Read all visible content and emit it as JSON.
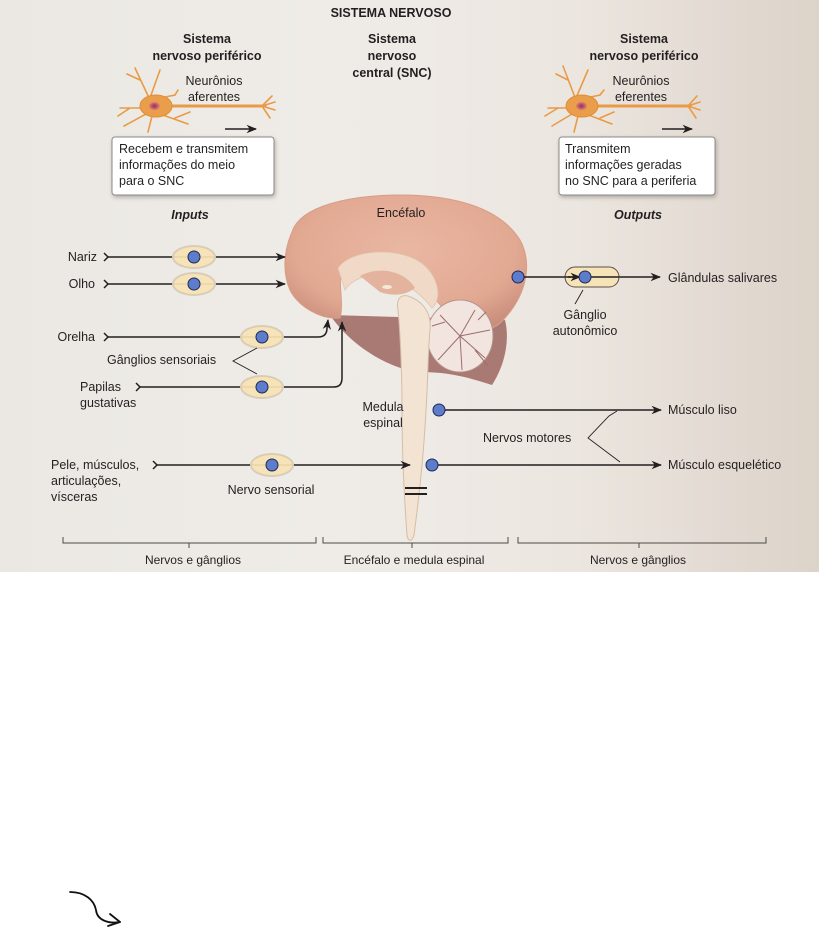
{
  "title": "SISTEMA NERVOSO",
  "left_column": {
    "heading": [
      "Sistema",
      "nervoso periférico"
    ],
    "neuron_label": [
      "Neurônios",
      "aferentes"
    ],
    "description": [
      "Recebem e transmitem",
      "informações do meio",
      "para o SNC"
    ],
    "io_label": "Inputs"
  },
  "center_column": {
    "heading": [
      "Sistema",
      "nervoso",
      "central (SNC)"
    ],
    "brain_label": "Encéfalo",
    "spinal_cord_label": [
      "Medula",
      "espinal"
    ]
  },
  "right_column": {
    "heading": [
      "Sistema",
      "nervoso periférico"
    ],
    "neuron_label": [
      "Neurônios",
      "eferentes"
    ],
    "description": [
      "Transmitem",
      "informações geradas",
      "no SNC para a periferia"
    ],
    "io_label": "Outputs"
  },
  "inputs": [
    {
      "label": [
        "Nariz"
      ]
    },
    {
      "label": [
        "Olho"
      ]
    },
    {
      "label": [
        "Orelha"
      ]
    },
    {
      "label": [
        "Papilas",
        "gustativas"
      ]
    },
    {
      "label": [
        "Pele, músculos,",
        "articulações,",
        "vísceras"
      ]
    }
  ],
  "input_annotations": {
    "sensory_ganglia": "Gânglios sensoriais",
    "sensory_nerve": "Nervo sensorial"
  },
  "outputs": [
    {
      "label": "Glândulas salivares"
    },
    {
      "label": "Músculo liso"
    },
    {
      "label": "Músculo esquelético"
    }
  ],
  "output_annotations": {
    "autonomic_ganglion": [
      "Gânglio",
      "autonômico"
    ],
    "motor_nerves": "Nervos motores"
  },
  "brackets": [
    {
      "label": "Nervos e gânglios"
    },
    {
      "label": "Encéfalo e medula espinal"
    },
    {
      "label": "Nervos e gânglios"
    }
  ],
  "colors": {
    "ganglion_dot": "#5e7ccc",
    "ganglion_fill": "#f7e3b8",
    "neuron": "#ea9d4b",
    "brain": "#e2a992",
    "spinal_cord": "#f3e3d3",
    "cerebellum": "#9c6f6c"
  }
}
